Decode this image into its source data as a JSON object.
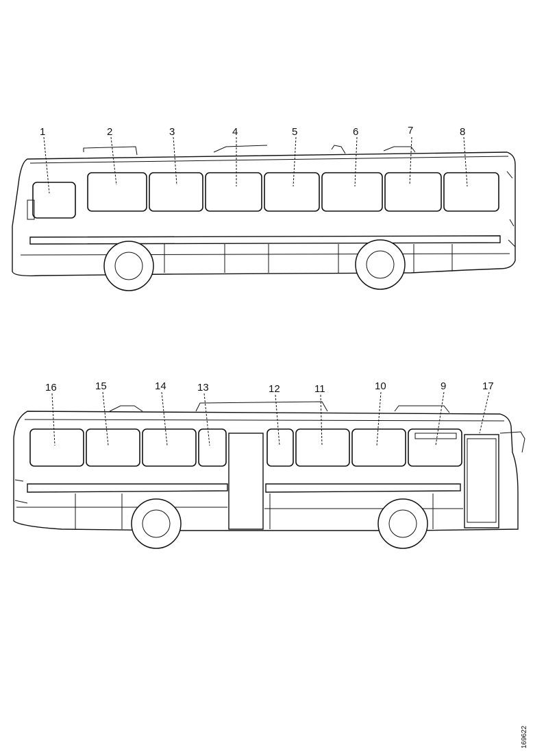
{
  "bus_left_side": {
    "callouts": [
      "1",
      "2",
      "3",
      "4",
      "5",
      "6",
      "7",
      "8"
    ]
  },
  "bus_right_side": {
    "callouts": [
      "16",
      "15",
      "14",
      "13",
      "12",
      "11",
      "10",
      "9",
      "17"
    ]
  },
  "figure_code": "169622"
}
